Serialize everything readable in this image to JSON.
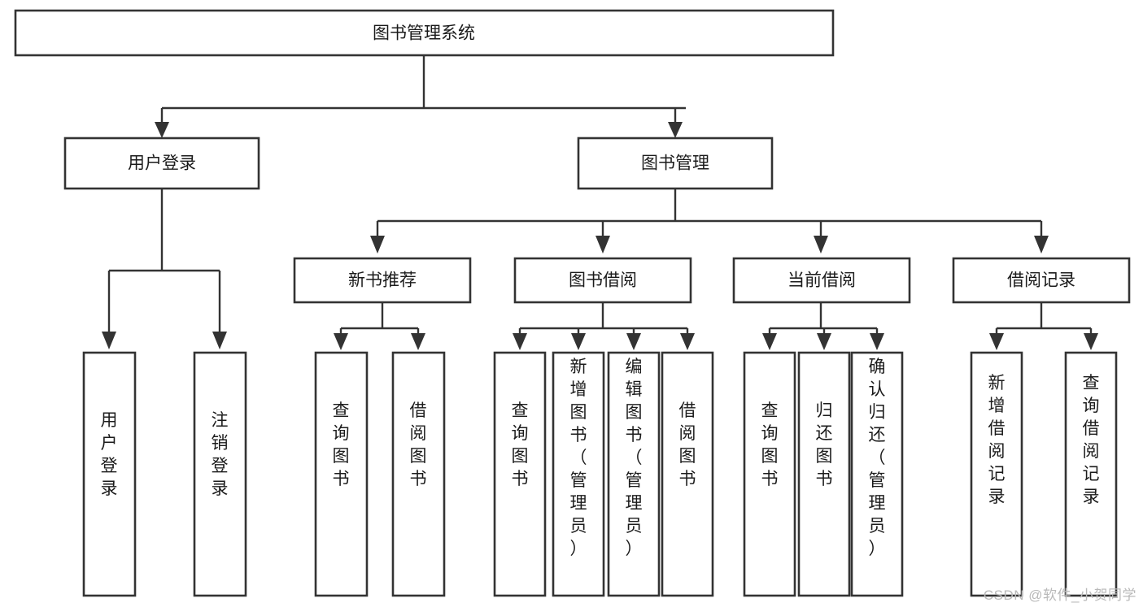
{
  "diagram": {
    "type": "tree-hierarchy",
    "title": "图书管理系统",
    "watermark": "CSDN @软件_小贺同学",
    "colors": {
      "stroke": "#333333",
      "fill": "#ffffff",
      "text": "#1b1b1b",
      "watermark": "#b9b9b9"
    },
    "levels": {
      "root": {
        "label": "图书管理系统"
      },
      "level2": [
        {
          "label": "用户登录"
        },
        {
          "label": "图书管理"
        }
      ],
      "level3": [
        {
          "label": "新书推荐"
        },
        {
          "label": "图书借阅"
        },
        {
          "label": "当前借阅"
        },
        {
          "label": "借阅记录"
        }
      ],
      "leaves_user_login": [
        {
          "label": "用户登录"
        },
        {
          "label": "注销登录"
        }
      ],
      "leaves_new_books": [
        {
          "label": "查询图书"
        },
        {
          "label": "借阅图书"
        }
      ],
      "leaves_borrow": [
        {
          "label": "查询图书"
        },
        {
          "label": "新增图书（管理员）"
        },
        {
          "label": "编辑图书（管理员）"
        },
        {
          "label": "借阅图书"
        }
      ],
      "leaves_current": [
        {
          "label": "查询图书"
        },
        {
          "label": "归还图书"
        },
        {
          "label": "确认归还（管理员）"
        }
      ],
      "leaves_records": [
        {
          "label": "新增借阅记录"
        },
        {
          "label": "查询借阅记录"
        }
      ]
    }
  }
}
